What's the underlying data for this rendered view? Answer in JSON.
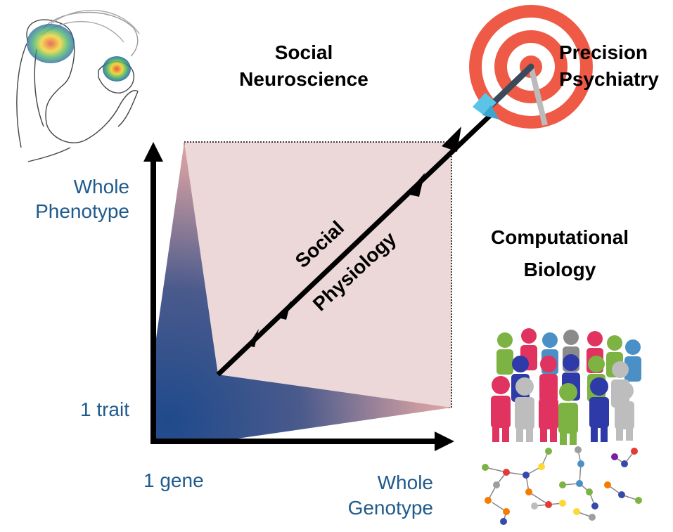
{
  "labels": {
    "y_axis_top_line1": "Whole",
    "y_axis_top_line2": "Phenotype",
    "y_axis_bottom": "1 trait",
    "x_axis_left": "1 gene",
    "x_axis_right_line1": "Whole",
    "x_axis_right_line2": "Genotype",
    "social_neuroscience_line1": "Social",
    "social_neuroscience_line2": "Neuroscience",
    "precision_psychiatry_line1": "Precision",
    "precision_psychiatry_line2": "Psychiatry",
    "computational_biology_line1": "Computational",
    "computational_biology_line2": "Biology",
    "diagonal_line1": "Social",
    "diagonal_line2": "Physiology"
  },
  "colors": {
    "label_blue": "#1f5a8c",
    "gradient_dark": "#1f4a8c",
    "gradient_light": "#d9a8a8",
    "region_fill": "#ecd8d8",
    "target_red": "#ee5a45",
    "dart_blue": "#5bc4e6"
  },
  "icons": {
    "mother_child": "mother-and-baby-brain-sketch-icon",
    "target": "bullseye-target-icon",
    "people": "diverse-people-crowd-icon",
    "network": "molecular-network-icon"
  }
}
